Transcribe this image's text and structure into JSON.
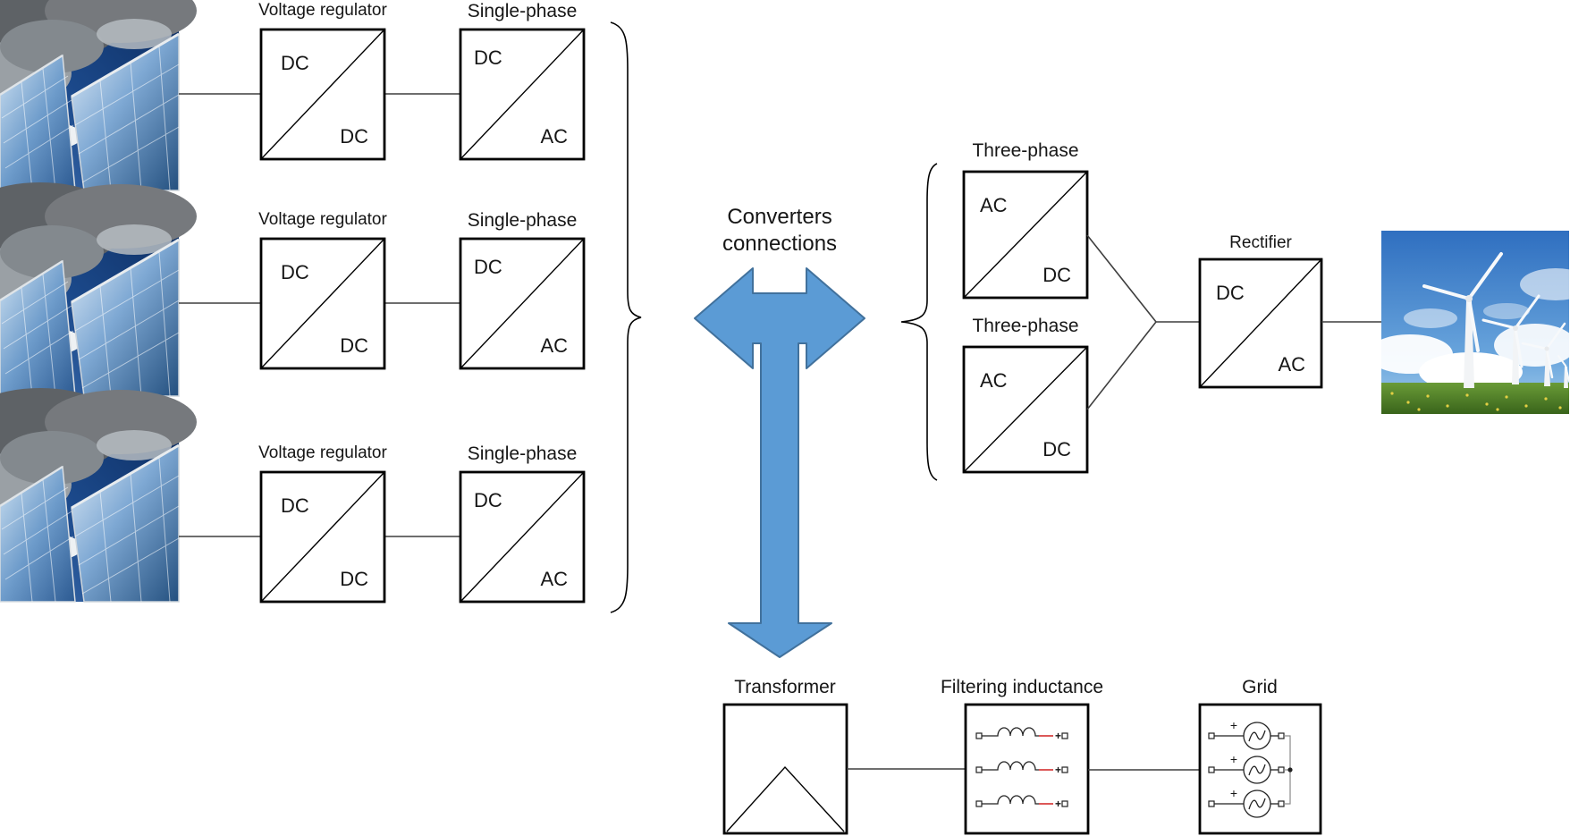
{
  "figure": {
    "kind": "power-conversion-diagram"
  },
  "pv_rows": [
    {
      "source_image": "solar-panels-photo",
      "regulator": {
        "label": "Voltage regulator",
        "input": "DC",
        "output": "DC"
      },
      "inverter": {
        "label": "Single-phase",
        "input": "DC",
        "output": "AC"
      }
    },
    {
      "source_image": "solar-panels-photo",
      "regulator": {
        "label": "Voltage regulator",
        "input": "DC",
        "output": "DC"
      },
      "inverter": {
        "label": "Single-phase",
        "input": "DC",
        "output": "AC"
      }
    },
    {
      "source_image": "solar-panels-photo",
      "regulator": {
        "label": "Voltage regulator",
        "input": "DC",
        "output": "DC"
      },
      "inverter": {
        "label": "Single-phase",
        "input": "DC",
        "output": "AC"
      }
    }
  ],
  "center": {
    "label_line1": "Converters",
    "label_line2": "connections"
  },
  "wind_branch": {
    "three_phase_units": [
      {
        "label": "Three-phase",
        "input": "AC",
        "output": "DC"
      },
      {
        "label": "Three-phase",
        "input": "AC",
        "output": "DC"
      }
    ],
    "rectifier": {
      "label": "Rectifier",
      "input": "DC",
      "output": "AC"
    },
    "source_image": "wind-turbines-photo"
  },
  "grid_branch": {
    "transformer": {
      "label": "Transformer"
    },
    "filter": {
      "label": "Filtering inductance",
      "accent_mark": "+"
    },
    "grid": {
      "label": "Grid",
      "polarity_mark": "+"
    }
  },
  "icons": {
    "converters_arrow": "three-way-arrow-icon",
    "pv_group": "curly-brace-icon",
    "wind_group": "curly-brace-icon",
    "transformer_symbol": "triangle-icon",
    "filter_symbol": "inductor-icon",
    "grid_symbol": "ac-source-icon"
  },
  "colors": {
    "arrow_fill": "#5B9BD5",
    "arrow_stroke": "#41719C",
    "wire": "#3f3f3f",
    "box_border": "#000000",
    "filter_accent": "#cc1111"
  }
}
